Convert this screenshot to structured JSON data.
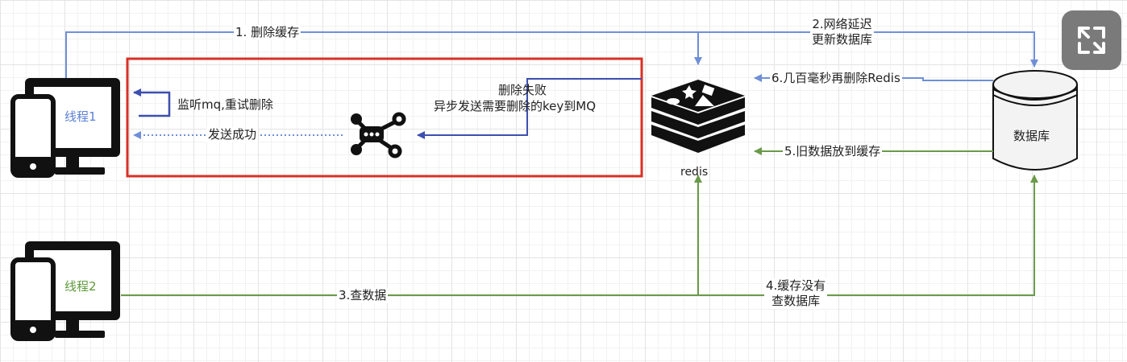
{
  "labels": {
    "step1": "1. 删除缓存",
    "step2_line1": "2.网络延迟",
    "step2_line2": "更新数据库",
    "step3": "3.查数据",
    "step4_line1": "4.缓存没有",
    "step4_line2": "查数据库",
    "step5": "5.旧数据放到缓存",
    "step6": "6.几百毫秒再删除Redis",
    "delete_failed": "删除失败",
    "async_send": "异步发送需要删除的key到MQ",
    "listen_retry": "监听mq,重试删除",
    "send_success": "发送成功"
  },
  "nodes": {
    "thread1": "线程1",
    "thread2": "线程2",
    "redis": "redis",
    "database": "数据库"
  },
  "colors": {
    "blue_flow": "#6f8fd8",
    "green_flow": "#6a9a4a",
    "highlight_box": "#d93025",
    "thread1_text": "#5b7fd6",
    "thread2_text": "#5f9a3a"
  },
  "icons": [
    "monitor-icon",
    "phone-icon",
    "redis-logo-icon",
    "message-queue-icon",
    "database-icon",
    "expand-icon"
  ]
}
